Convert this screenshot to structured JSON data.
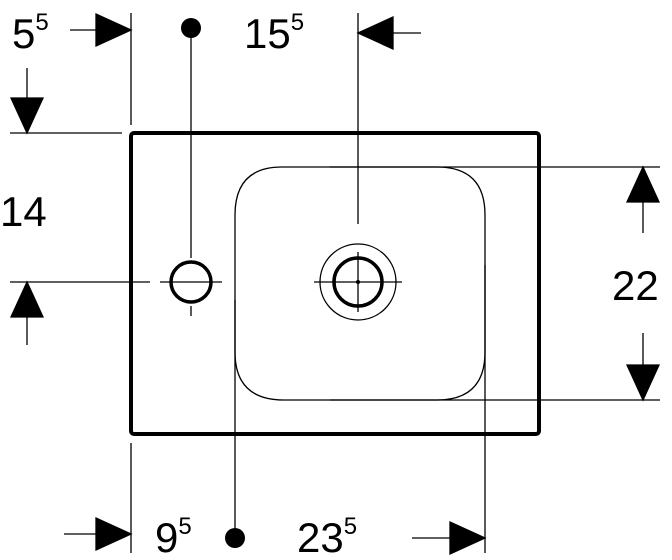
{
  "dimensions": {
    "top_left": {
      "main": "5",
      "sup": "5"
    },
    "top_right": {
      "main": "15",
      "sup": "5"
    },
    "left": {
      "main": "14",
      "sup": ""
    },
    "right": {
      "main": "22",
      "sup": ""
    },
    "bottom_left": {
      "main": "9",
      "sup": "5"
    },
    "bottom_right": {
      "main": "23",
      "sup": "5"
    }
  }
}
